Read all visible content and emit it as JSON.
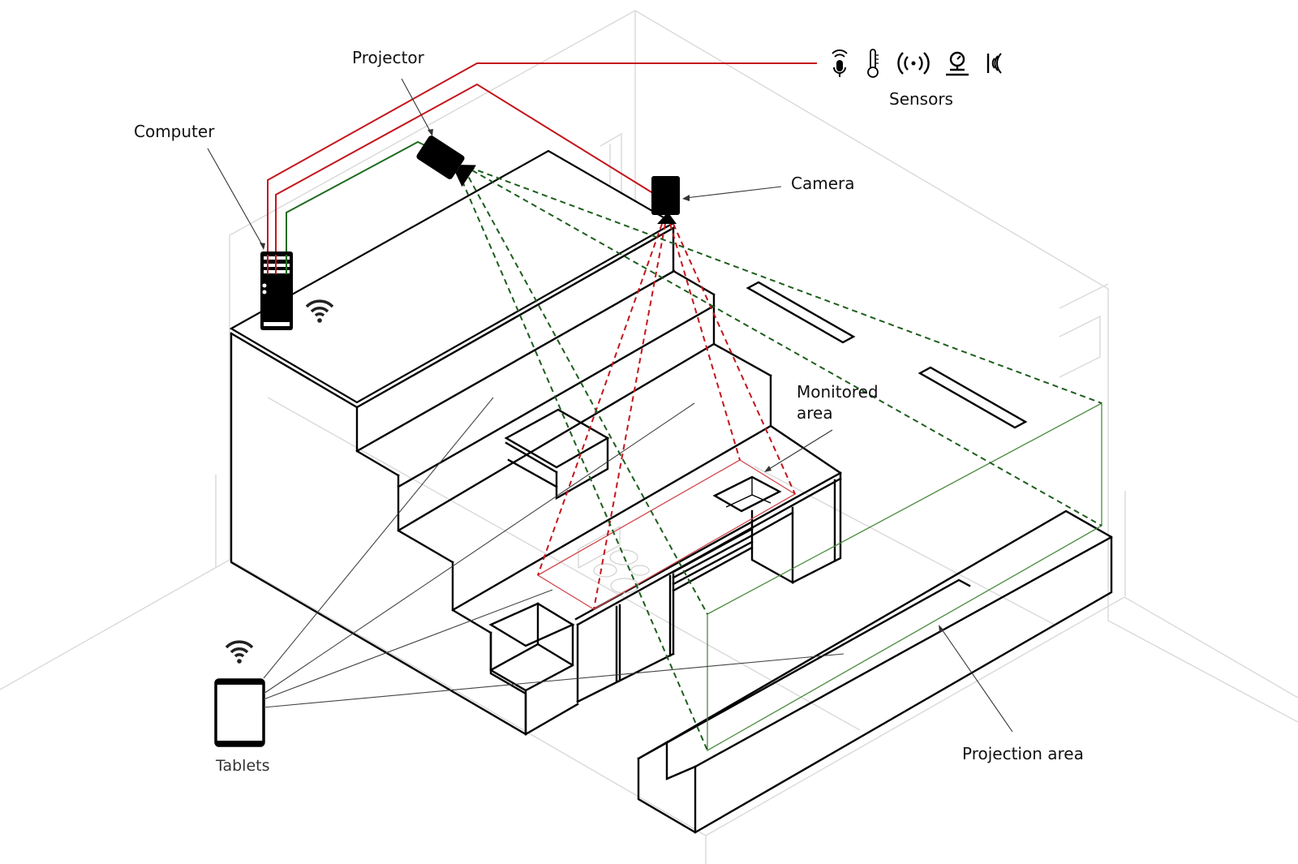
{
  "diagram": {
    "title": "",
    "labels": {
      "projector": "Projector",
      "computer": "Computer",
      "camera": "Camera",
      "sensors": "Sensors",
      "monitored_area_line1": "Monitored",
      "monitored_area_line2": "area",
      "projection_area": "Projection area",
      "tablets": "Tablets"
    },
    "sensors": [
      {
        "icon": "microphone-icon"
      },
      {
        "icon": "thermometer-icon"
      },
      {
        "icon": "wireless-signal-icon"
      },
      {
        "icon": "pressure-gauge-icon"
      },
      {
        "icon": "proximity-sensor-icon"
      }
    ],
    "devices": [
      "Computer",
      "Projector",
      "Camera",
      "Sensors",
      "Tablets"
    ],
    "connections": [
      {
        "from": "Computer",
        "to": "Sensors",
        "type": "wired",
        "color": "red"
      },
      {
        "from": "Computer",
        "to": "Camera",
        "type": "wired",
        "color": "red"
      },
      {
        "from": "Computer",
        "to": "Projector",
        "type": "wired",
        "color": "green"
      },
      {
        "from": "Computer",
        "to": "Tablets",
        "type": "wireless"
      }
    ],
    "zones": [
      {
        "name": "Monitored area",
        "source": "Camera",
        "color": "red"
      },
      {
        "name": "Projection area",
        "source": "Projector",
        "color": "green"
      }
    ],
    "colors": {
      "camera_links": "#c4161c",
      "projector_links": "#1e6b1e",
      "monitored_area": "#d0484c",
      "projection_area": "#4a8a3e",
      "background_geometry": "#d9d9d9"
    }
  }
}
